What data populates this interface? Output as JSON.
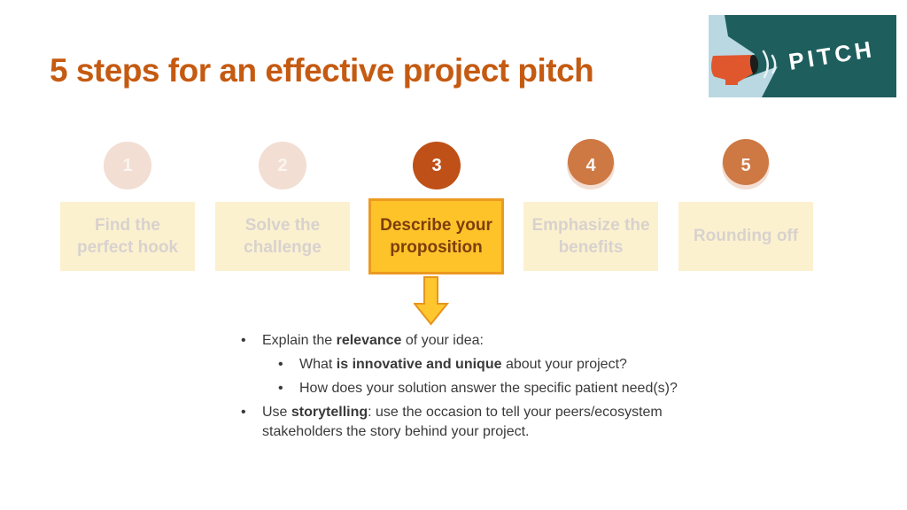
{
  "slide": {
    "title": "5 steps for an effective project pitch"
  },
  "pitch_badge": {
    "label": "PITCH",
    "icon": "megaphone-icon"
  },
  "steps": [
    {
      "number": "1",
      "label": "Find the perfect hook",
      "active": false
    },
    {
      "number": "2",
      "label": "Solve the challenge",
      "active": false
    },
    {
      "number": "3",
      "label": "Describe your proposition",
      "active": true
    },
    {
      "number": "4",
      "label": "Emphasize the benefits",
      "active": false
    },
    {
      "number": "5",
      "label": "Rounding off",
      "active": false
    }
  ],
  "connector": {
    "icon": "down-arrow-icon"
  },
  "details": {
    "bullet_char": "•",
    "bullets": [
      {
        "level": 1,
        "runs": [
          {
            "text": "Explain the "
          },
          {
            "text": "relevance",
            "bold": true
          },
          {
            "text": " of your idea:"
          }
        ]
      },
      {
        "level": 2,
        "runs": [
          {
            "text": "What "
          },
          {
            "text": "is innovative and unique",
            "bold": true
          },
          {
            "text": " about your project?"
          }
        ]
      },
      {
        "level": 2,
        "runs": [
          {
            "text": "How does your solution answer the specific patient need(s)?"
          }
        ]
      },
      {
        "level": 1,
        "runs": [
          {
            "text": "Use "
          },
          {
            "text": "storytelling",
            "bold": true
          },
          {
            "text": ": use the occasion to tell your peers/ecosystem stakeholders the story behind your project."
          }
        ]
      }
    ]
  },
  "colors": {
    "title_orange": "#C55A11",
    "active_circle": "#BF5017",
    "active_box_fill": "#FFC32A",
    "active_box_border": "#EC9A20",
    "active_box_text": "#7C3E0B",
    "inactive_circle": "#F2DED3",
    "inactive_box_fill": "#FCF1CF",
    "inactive_box_text": "#D8D2CE",
    "badge_teal": "#1E5E5D",
    "badge_light_blue": "#B9D8E1",
    "megaphone_orange": "#E0572E",
    "body_text": "#3A3A3A"
  }
}
